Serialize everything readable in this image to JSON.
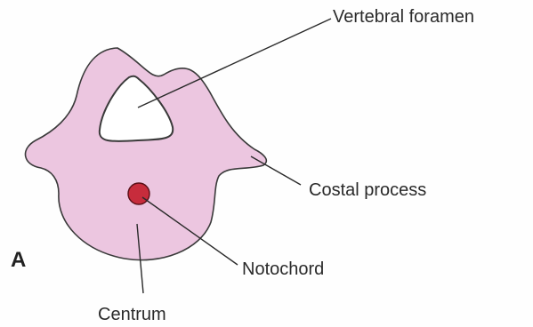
{
  "figure": {
    "panel_letter": "A",
    "labels": {
      "vertebral_foramen": "Vertebral foramen",
      "costal_process": "Costal process",
      "notochord": "Notochord",
      "centrum": "Centrum"
    }
  },
  "colors": {
    "vertebra_fill": "#ecc6e0",
    "outline": "#3a3a3a",
    "notochord_fill": "#c72c3c",
    "leader_line": "#2a2a2a"
  },
  "icons": {
    "vertebra": "vertebra-cross-section-shape",
    "notochord": "notochord-dot"
  }
}
